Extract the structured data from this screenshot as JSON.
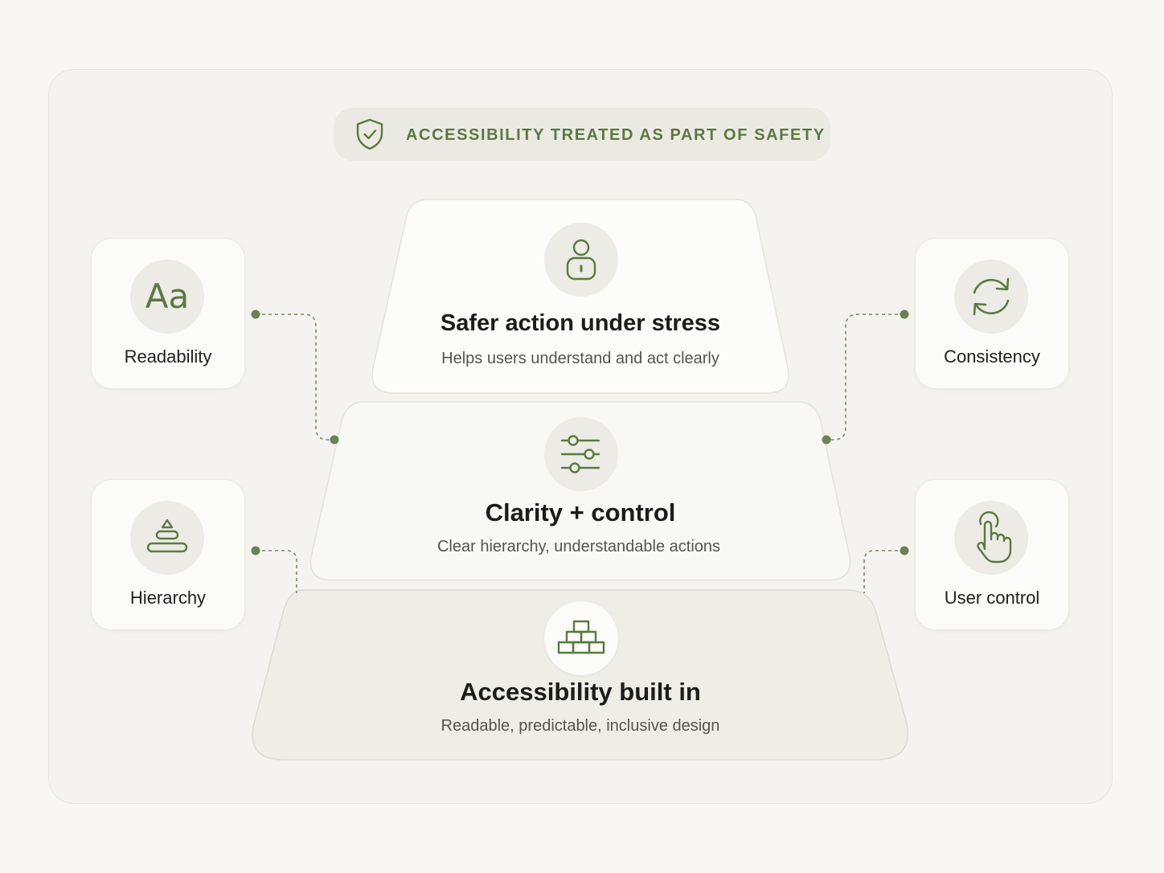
{
  "header": {
    "label": "ACCESSIBILITY TREATED AS PART OF SAFETY",
    "icon": "shield-check-icon"
  },
  "tiers": [
    {
      "title": "Safer action under stress",
      "subtitle": "Helps users understand and act clearly",
      "icon": "person-lock-icon"
    },
    {
      "title": "Clarity + control",
      "subtitle": "Clear hierarchy, understandable actions",
      "icon": "sliders-icon"
    },
    {
      "title": "Accessibility built in",
      "subtitle": "Readable, predictable, inclusive design",
      "icon": "blocks-icon"
    }
  ],
  "side_cards": [
    {
      "label": "Readability",
      "icon": "text-aa-icon",
      "glyph": "Aa"
    },
    {
      "label": "Hierarchy",
      "icon": "stacked-layers-icon"
    },
    {
      "label": "Consistency",
      "icon": "refresh-cycle-icon"
    },
    {
      "label": "User control",
      "icon": "pointer-hand-icon"
    }
  ],
  "colors": {
    "accent": "#5a7a40",
    "connector": "#7a8c68",
    "background": "#f4f3ef",
    "card": "#fbfbf9"
  }
}
